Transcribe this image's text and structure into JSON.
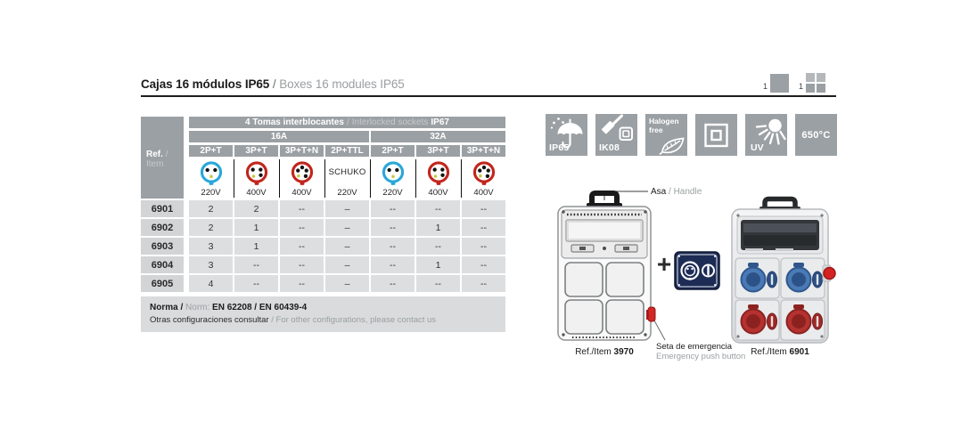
{
  "header": {
    "title_es": "Cajas 16 módulos IP65",
    "title_sep": "/",
    "title_en": "Boxes 16 modules IP65",
    "pack_single_qty": "1",
    "pack_multi_qty": "1"
  },
  "table": {
    "ref_label_bold": "Ref.",
    "ref_label_light": "/ Item",
    "group_es": "4 Tomas interblocantes",
    "group_sep": "/",
    "group_en": "Interlocked sockets",
    "group_ip": "IP67",
    "amps": [
      "16A",
      "32A"
    ],
    "columns": [
      {
        "label": "2P+T",
        "voltage": "220V",
        "pins": 2,
        "color": "#29a7d9"
      },
      {
        "label": "3P+T",
        "voltage": "400V",
        "pins": 3,
        "color": "#c2251c"
      },
      {
        "label": "3P+T+N",
        "voltage": "400V",
        "pins": 4,
        "color": "#c2251c"
      },
      {
        "label": "2P+TTL",
        "voltage": "220V",
        "text": "SCHUKO"
      },
      {
        "label": "2P+T",
        "voltage": "220V",
        "pins": 2,
        "color": "#29a7d9"
      },
      {
        "label": "3P+T",
        "voltage": "400V",
        "pins": 3,
        "color": "#c2251c"
      },
      {
        "label": "3P+T+N",
        "voltage": "400V",
        "pins": 4,
        "color": "#c2251c"
      }
    ],
    "rows": [
      {
        "ref": "6901",
        "values": [
          "2",
          "2",
          "--",
          "–",
          "--",
          "--",
          "--"
        ]
      },
      {
        "ref": "6902",
        "values": [
          "2",
          "1",
          "--",
          "–",
          "--",
          "1",
          "--"
        ]
      },
      {
        "ref": "6903",
        "values": [
          "3",
          "1",
          "--",
          "–",
          "--",
          "--",
          "--"
        ]
      },
      {
        "ref": "6904",
        "values": [
          "3",
          "--",
          "--",
          "–",
          "--",
          "1",
          "--"
        ]
      },
      {
        "ref": "6905",
        "values": [
          "4",
          "--",
          "--",
          "–",
          "--",
          "--",
          "--"
        ]
      }
    ]
  },
  "note": {
    "norma_es": "Norma",
    "norma_sep": "/",
    "norma_en": "Norm:",
    "standards": "EN 62208 / EN 60439-4",
    "config_es": "Otras configuraciones consultar",
    "config_sep": "/",
    "config_en": "For other configurations, please contact us"
  },
  "badges": [
    {
      "id": "ip65",
      "label": "IP65"
    },
    {
      "id": "ik08",
      "label": "IK08"
    },
    {
      "id": "halogen-free",
      "line1": "Halogen",
      "line2": "free"
    },
    {
      "id": "class-ii-insulation"
    },
    {
      "id": "uv-resistant",
      "label": "UV"
    },
    {
      "id": "glow-wire-650",
      "label": "650°C"
    }
  ],
  "product": {
    "handle_es": "Asa",
    "handle_sep": "/",
    "handle_en": "Handle",
    "plus_sign": "+",
    "emergency_es": "Seta de emergencia",
    "emergency_en": "Emergency push button",
    "caption_prefix": "Ref./Item",
    "base_ref": "3970",
    "assembled_ref": "6901"
  },
  "colors": {
    "accent_blue": "#29a7d9",
    "accent_red": "#c2251c",
    "pin_yellow": "#c6c83f",
    "header_gray": "#9ba0a4",
    "cell_gray": "#dcdee0",
    "module_navy": "#1d2c55"
  }
}
